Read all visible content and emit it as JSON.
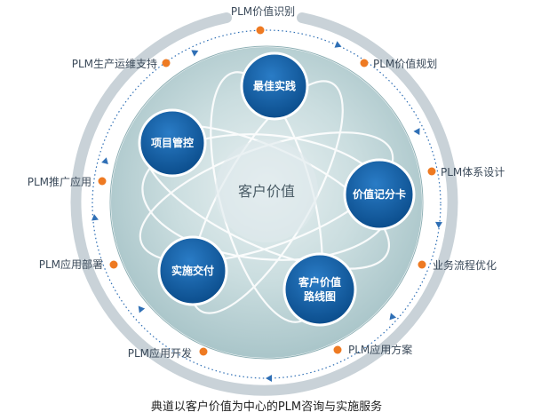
{
  "center": {
    "label": "客户价值"
  },
  "nodes": [
    {
      "id": "best-practice",
      "lines": [
        "最佳实践"
      ]
    },
    {
      "id": "project-control",
      "lines": [
        "项目管控"
      ]
    },
    {
      "id": "value-scorecard",
      "lines": [
        "价值记分卡"
      ]
    },
    {
      "id": "implementation-delivery",
      "lines": [
        "实施交付"
      ]
    },
    {
      "id": "customer-value-roadmap",
      "lines": [
        "客户价值",
        "路线图"
      ]
    }
  ],
  "cycle": [
    {
      "id": "value-identification",
      "label": "PLM价值识别"
    },
    {
      "id": "value-planning",
      "label": "PLM价值规划"
    },
    {
      "id": "system-design",
      "label": "PLM体系设计"
    },
    {
      "id": "process-optimization",
      "label": "业务流程优化"
    },
    {
      "id": "application-solution",
      "label": "PLM应用方案"
    },
    {
      "id": "application-development",
      "label": "PLM应用开发"
    },
    {
      "id": "application-deployment",
      "label": "PLM应用部署"
    },
    {
      "id": "application-promotion",
      "label": "PLM推广应用"
    },
    {
      "id": "operation-support",
      "label": "PLM生产运维支持"
    }
  ],
  "caption": "典道以客户价值为中心的PLM咨询与实施服务",
  "colors": {
    "node_fill": "#0f5aa0",
    "node_ring": "#ffffff",
    "dot": "#ee7a22",
    "outer_ring": "#c9d2d8",
    "arrow": "#2f6fb5",
    "disc": "#bcd3d6"
  }
}
